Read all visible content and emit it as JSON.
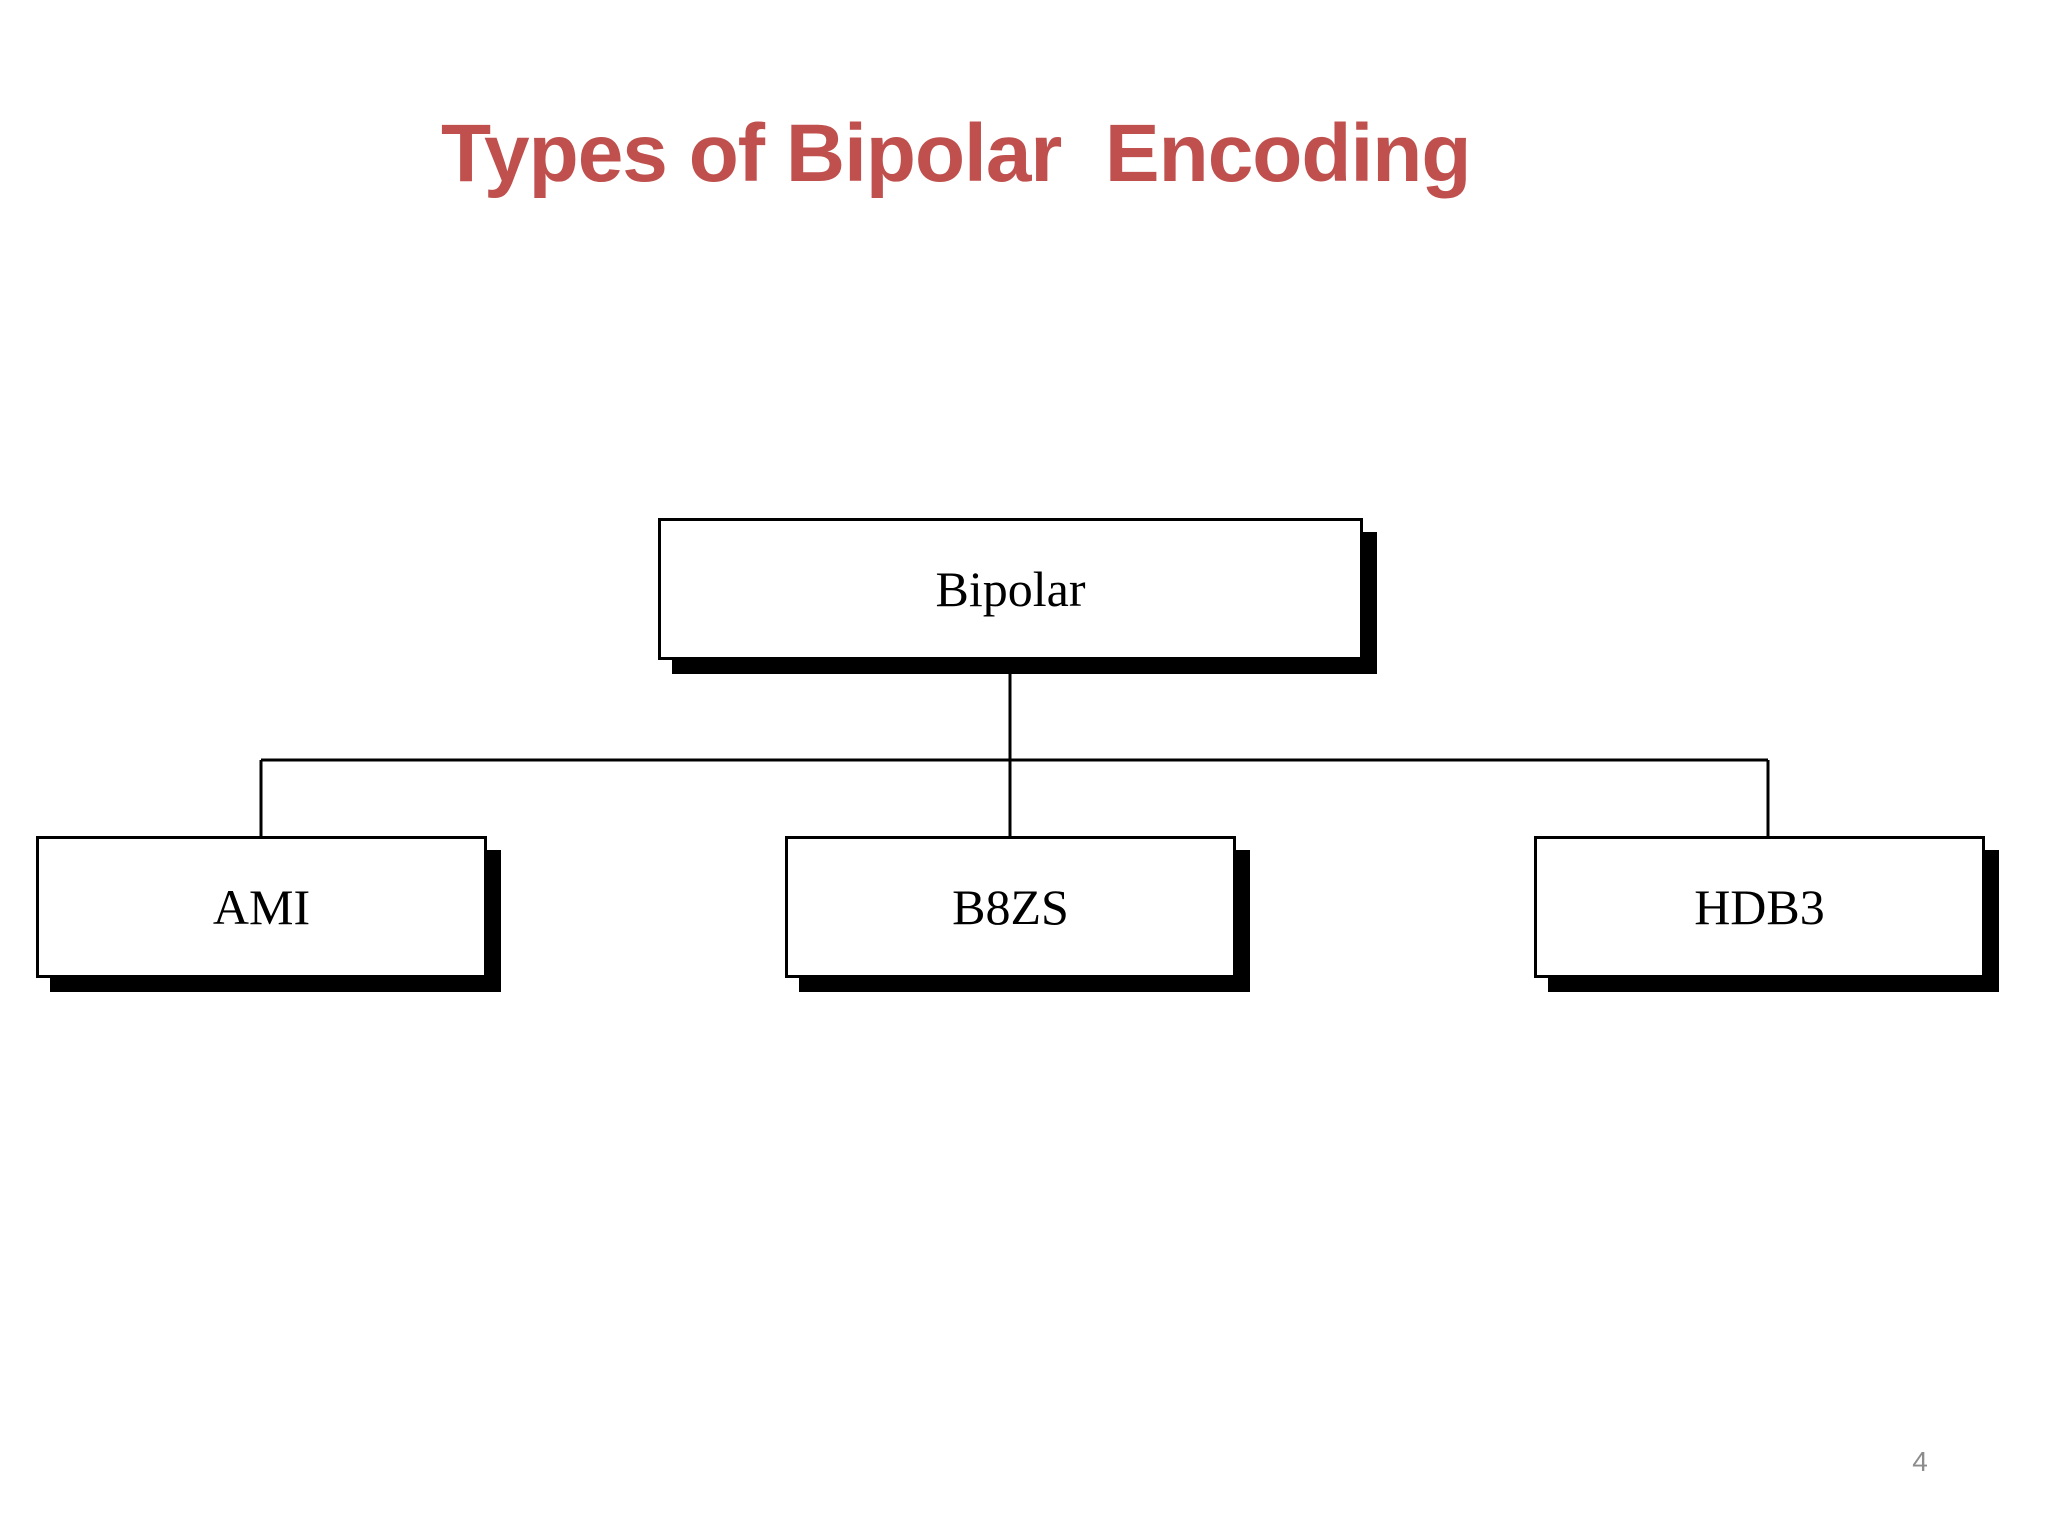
{
  "slide": {
    "title": "Types of Bipolar  Encoding",
    "page_number": "4"
  },
  "diagram": {
    "root": {
      "label": "Bipolar"
    },
    "children": [
      {
        "label": "AMI"
      },
      {
        "label": "B8ZS"
      },
      {
        "label": "HDB3"
      }
    ]
  },
  "colors": {
    "title": "#c0504d",
    "page_number": "#8c8c8c",
    "box_border": "#000000",
    "box_shadow": "#000000"
  }
}
